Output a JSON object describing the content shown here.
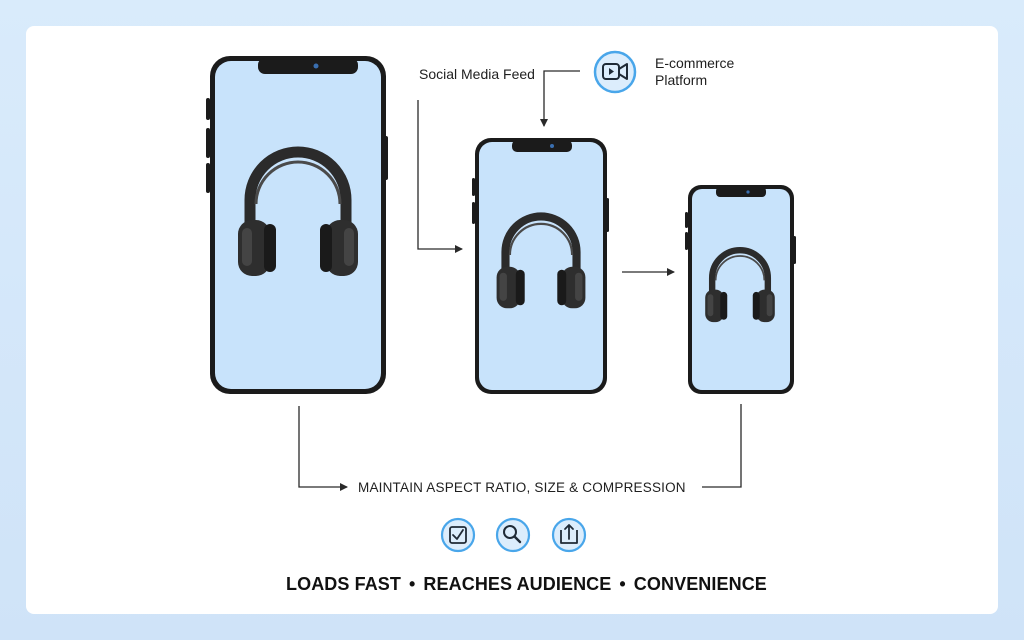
{
  "labels": {
    "social_media_feed": "Social Media Feed",
    "ecommerce_line1": "E-commerce",
    "ecommerce_line2": "Platform",
    "maintain": "MAINTAIN ASPECT RATIO, SIZE & COMPRESSION"
  },
  "tagline": {
    "item1": "LOADS FAST",
    "item2": "REACHES AUDIENCE",
    "item3": "CONVENIENCE",
    "separator": "•"
  },
  "icons": {
    "video": "video-camera-icon",
    "check": "checkbox-check-icon",
    "search": "magnifier-icon",
    "upload": "upload-tray-icon",
    "content": "headphones-icon"
  },
  "colors": {
    "background": "#d9ebfb",
    "card": "#ffffff",
    "screen": "#c8e3fb",
    "phone_frame": "#1b1b1b",
    "icon_ring": "#49a6ea",
    "icon_fill": "#dcedfc"
  }
}
